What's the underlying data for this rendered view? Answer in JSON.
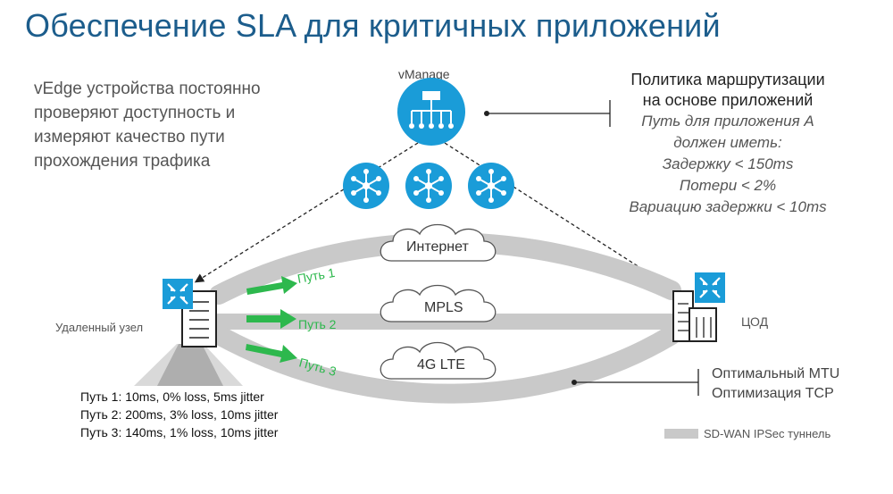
{
  "title": "Обеспечение SLA для критичных приложений",
  "left_text": "vEdge устройства постоянно проверяют доступность и измеряют качество пути прохождения трафика",
  "vmanage_label": "vManage",
  "policy": {
    "title_line1": "Политика маршрутизации",
    "title_line2": "на основе приложений",
    "lines": [
      "Путь для приложения А",
      "должен иметь:",
      "Задержку < 150ms",
      "Потери < 2%",
      "Вариацию задержки < 10ms"
    ]
  },
  "clouds": {
    "internet": "Интернет",
    "mpls": "MPLS",
    "lte": "4G LTE"
  },
  "paths": {
    "path1_label": "Путь 1",
    "path2_label": "Путь 2",
    "path3_label": "Путь 3"
  },
  "remote_label": "Удаленный узел",
  "dc_label": "ЦОД",
  "optimization": {
    "line1": "Оптимальный MTU",
    "line2": "Оптимизация TCP"
  },
  "legend_label": "SD-WAN IPSec туннель",
  "path_stats": [
    {
      "prefix": "Путь",
      "rest": " 1: 10ms, 0% loss, 5ms jitter"
    },
    {
      "prefix": "Путь",
      "rest": " 2: 200ms, 3% loss, 10ms jitter"
    },
    {
      "prefix": "Путь",
      "rest": " 3: 140ms, 1% loss, 10ms jitter"
    }
  ],
  "colors": {
    "title": "#1c5d8c",
    "icon_blue": "#1a9cd8",
    "tunnel_gray": "#c9c9c9",
    "arrow_green": "#2db84d"
  },
  "icons": {
    "vmanage": "orchestrator-icon",
    "controllers": "hub-icon",
    "remote_router": "router-icon",
    "dc_router": "router-icon"
  }
}
